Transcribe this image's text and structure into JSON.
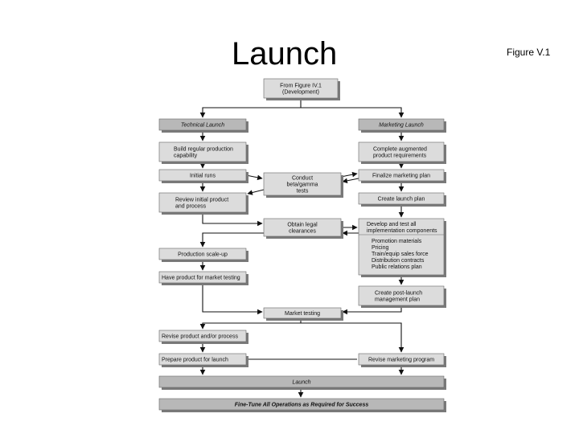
{
  "slide": {
    "title": "Launch",
    "figure_label": "Figure V.1"
  },
  "diagram": {
    "source": [
      "From Figure IV.1",
      "(Development)"
    ],
    "technical_launch": "Technical Launch",
    "marketing_launch": "Marketing Launch",
    "build_capability": [
      "Build regular production",
      "capability"
    ],
    "initial_runs": "Initial runs",
    "review_initial": [
      "Review initial product",
      "and process"
    ],
    "production_scale_up": "Production scale-up",
    "have_product": "Have product for market testing",
    "conduct_tests": [
      "Conduct",
      "beta/gamma",
      "tests"
    ],
    "legal_clearances": [
      "Obtain legal",
      "clearances"
    ],
    "market_testing": "Market testing",
    "complete_requirements": [
      "Complete augmented",
      "product requirements"
    ],
    "finalize_plan": "Finalize marketing plan",
    "create_launch_plan": "Create launch plan",
    "develop_test": [
      "Develop and test all",
      "implementation components"
    ],
    "components_list": [
      "Promotion materials",
      "Pricing",
      "Train/equip sales force",
      "Distribution contracts",
      "Public relations plan"
    ],
    "post_launch": [
      "Create post-launch",
      "management plan"
    ],
    "revise_product": "Revise product and/or process",
    "prepare_product": "Prepare product for launch",
    "revise_marketing": "Revise marketing program",
    "launch": "Launch",
    "fine_tune": "Fine-Tune All Operations as Required for Success"
  },
  "colors": {
    "box_fill": "#dcdcdc",
    "header_fill": "#b8b8b8",
    "shadow": "#7a7a7a",
    "line": "#111111"
  }
}
